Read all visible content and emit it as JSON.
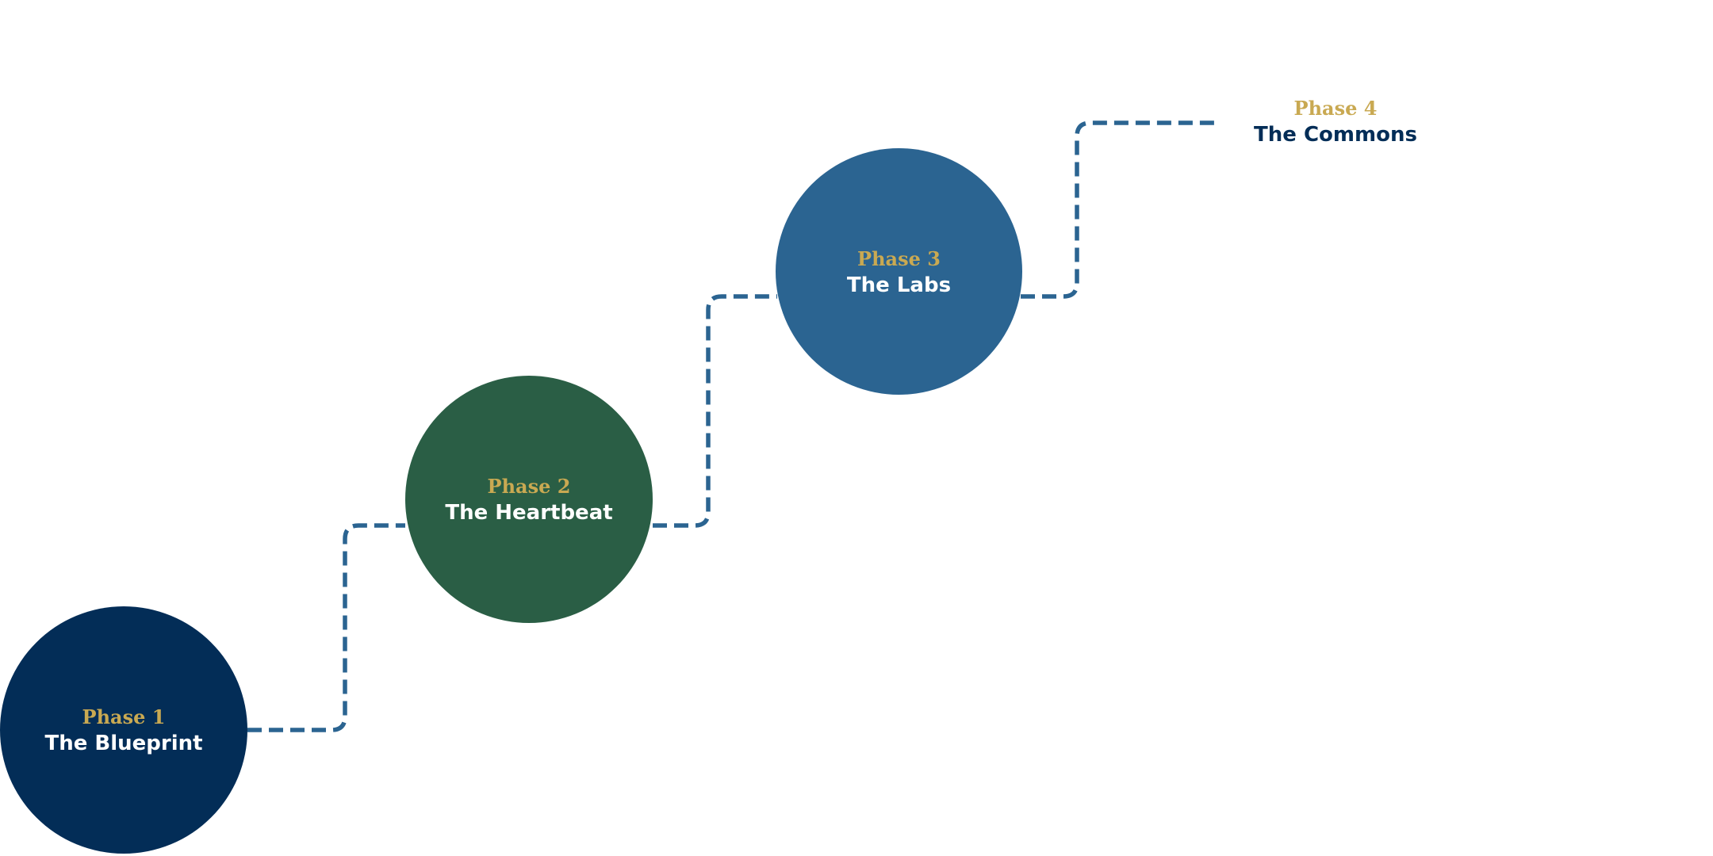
{
  "colors": {
    "background": "#ffffff",
    "connector": "#2B6491",
    "label_accent": "#C9A952",
    "title_on_dark": "#ffffff",
    "title_on_light": "#032D57"
  },
  "phases": [
    {
      "label": "Phase 1",
      "title": "The Blueprint",
      "fill": "#032D57"
    },
    {
      "label": "Phase 2",
      "title": "The Heartbeat",
      "fill": "#2A5E45"
    },
    {
      "label": "Phase 3",
      "title": "The Labs",
      "fill": "#2B6491"
    },
    {
      "label": "Phase 4",
      "title": "The Commons",
      "fill": null
    }
  ]
}
